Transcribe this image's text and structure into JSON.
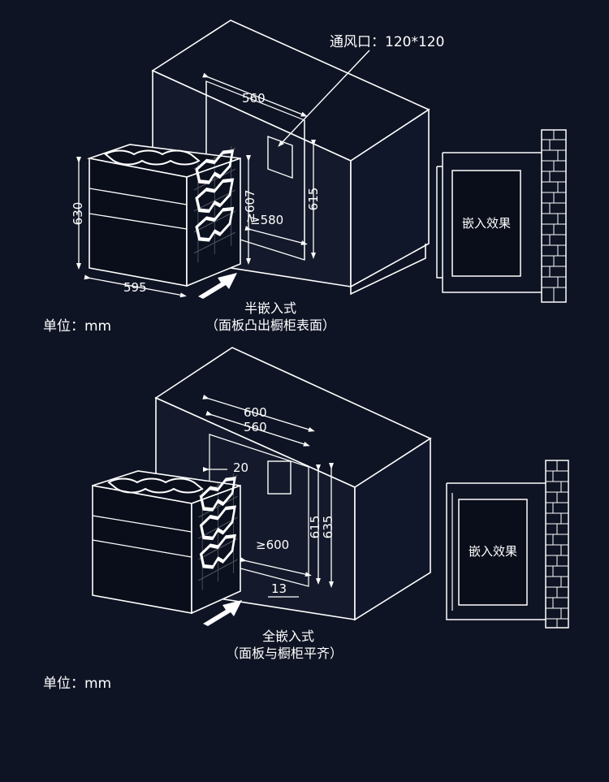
{
  "section_top": {
    "vent_label": "通风口：120*120",
    "dims": {
      "width_560": "560",
      "height_615": "615",
      "min_607": "≥607",
      "min_580": "≥580",
      "height_630": "630",
      "width_595": "595"
    },
    "caption_line1": "半嵌入式",
    "caption_line2": "（面板凸出橱柜表面）",
    "unit": "单位：mm",
    "effect_label": "嵌入效果"
  },
  "section_bottom": {
    "dims": {
      "width_600": "600",
      "width_560": "560",
      "gap_20": "20",
      "height_615": "615",
      "height_635": "635",
      "min_600": "≥600",
      "offset_13": "13"
    },
    "caption_line1": "全嵌入式",
    "caption_line2": "（面板与橱柜平齐）",
    "unit": "单位：mm",
    "effect_label": "嵌入效果"
  },
  "colors": {
    "background": "#0f1424",
    "line": "#ffffff",
    "cabinet_face": "#141a2b"
  }
}
